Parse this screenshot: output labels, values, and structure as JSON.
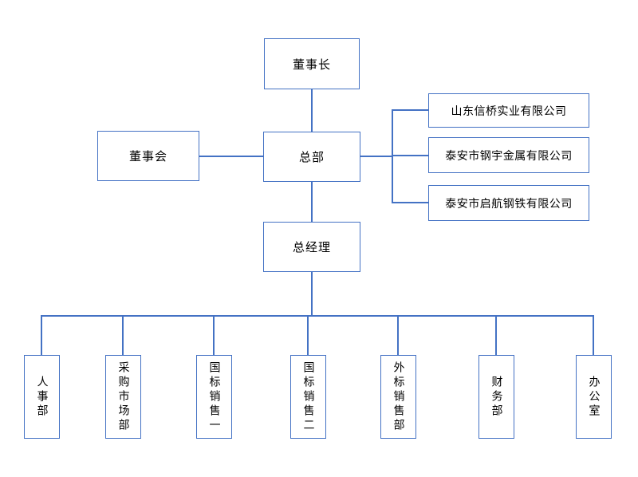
{
  "org": {
    "chairman": "董事长",
    "board": "董事会",
    "headquarters": "总部",
    "general_manager": "总经理",
    "subsidiaries": [
      "山东信桥实业有限公司",
      "泰安市钢宇金属有限公司",
      "泰安市启航钢铁有限公司"
    ],
    "departments": [
      "人事部",
      "采购市场部",
      "国标销售一",
      "国标销售二",
      "外标销售部",
      "财务部",
      "办公室"
    ],
    "colors": {
      "box_border": "#4472c4",
      "connector": "#4472c4",
      "text": "#000000",
      "background": "#ffffff"
    }
  }
}
